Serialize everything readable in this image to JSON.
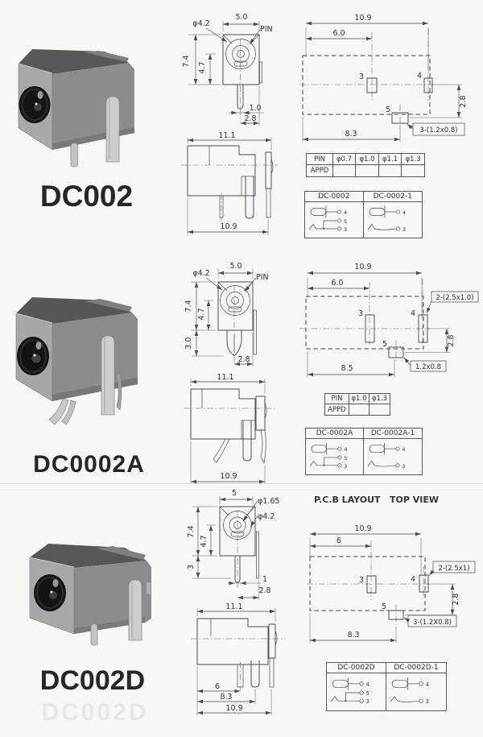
{
  "page": {
    "pcb_header": "P.C.B LAYOUT   TOP VIEW",
    "colors": {
      "line": "#4b4b4b",
      "text": "#333333",
      "body_gray": "#8c8c8c",
      "plate_gray": "#a8a8a8",
      "pin_metal": "#cdcdcd"
    }
  },
  "products": [
    {
      "label": "DC002",
      "top_view": {
        "dia": "φ4.2",
        "width": "5.0",
        "pin": "PIN",
        "h_total": "7.4",
        "h_inner": "4.7",
        "pin_w": "1.0",
        "pin_off": "2.8"
      },
      "side_view": {
        "top_w": "11.1",
        "bottom_w": "10.9"
      },
      "pcb": {
        "w_total": "10.9",
        "w_left": "6.0",
        "pad3": "3",
        "pad4": "4",
        "pad5": "5",
        "h_right": "2.8",
        "w_bottom": "8.3",
        "note_pads": "3-(1.2x0.8)"
      },
      "pin_table": {
        "r1": [
          "PIN",
          "φ0.7",
          "φ1.0",
          "φ1.1",
          "φ1.3"
        ],
        "r2": [
          "APPD",
          "",
          "",
          "",
          ""
        ]
      },
      "variants": {
        "left": {
          "name": "DC-0002",
          "pin_a": "4",
          "pin_b": "5",
          "pin_c": "3"
        },
        "right": {
          "name": "DC-0002-1",
          "pin_a": "4",
          "pin_c": "3"
        }
      }
    },
    {
      "label": "DC0002A",
      "top_view": {
        "dia": "φ4.2",
        "width": "5.0",
        "pin": "PIN",
        "h_total": "7.4",
        "h_inner": "4.7",
        "pin_len": "3.0",
        "pin_off": "2.8"
      },
      "side_view": {
        "top_w": "11.1",
        "bottom_w": "10.9"
      },
      "pcb": {
        "w_total": "10.9",
        "w_left": "6.0",
        "pad3": "3",
        "pad4": "4",
        "pad5": "5",
        "h_right": "2.8",
        "w_bottom": "8.5",
        "note_slots": "2-(2.5x1.0)",
        "note_pad5": "1.2x0.8"
      },
      "pin_table": {
        "r1": [
          "PIN",
          "φ1.0",
          "φ1.3"
        ],
        "r2": [
          "APPD",
          "",
          ""
        ]
      },
      "variants": {
        "left": {
          "name": "DC-0002A",
          "pin_a": "4",
          "pin_b": "5",
          "pin_c": "3"
        },
        "right": {
          "name": "DC-0002A-1",
          "pin_a": "4",
          "pin_c": "3"
        }
      }
    },
    {
      "label": "DC002D",
      "watermark": "DC002D",
      "top_view": {
        "width": "5",
        "dia_inner": "φ1.65",
        "dia": "φ4.2",
        "h_total": "7.4",
        "h_inner": "4.7",
        "pin_len": "3",
        "pin_w": "1",
        "pin_off": "2.8"
      },
      "side_view": {
        "top_w": "11.1",
        "dim_a": "6",
        "dim_b": "8.3",
        "bottom_w": "10.9"
      },
      "pcb": {
        "w_total": "10.9",
        "w_left": "6",
        "pad3": "3",
        "pad4": "4",
        "pad5": "5",
        "h_right": "2.8",
        "w_bottom": "8.3",
        "note_slots": "2-(2.5x1)",
        "note_pads": "3-(1.2X0.8)"
      },
      "variants": {
        "left": {
          "name": "DC-0002D",
          "pin_a": "4",
          "pin_b": "5",
          "pin_c": "3"
        },
        "right": {
          "name": "DC-0002D-1",
          "pin_a": "4",
          "pin_c": "3"
        }
      }
    }
  ]
}
